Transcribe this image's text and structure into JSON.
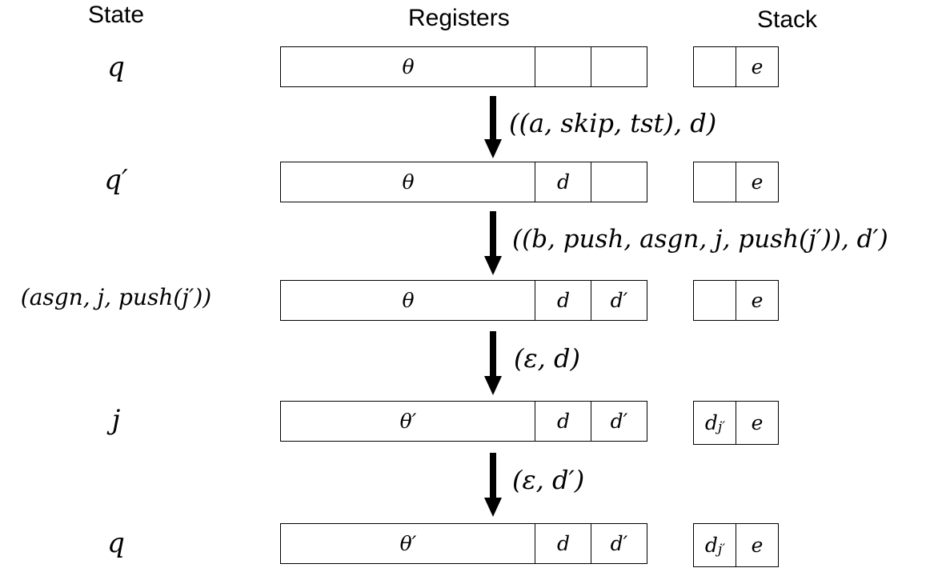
{
  "headers": {
    "state": "State",
    "registers": "Registers",
    "stack": "Stack"
  },
  "rows": [
    {
      "state": "q",
      "reg_main": "θ",
      "reg_d": "",
      "reg_d2": "",
      "stack_top": "",
      "stack_bottom": "e"
    },
    {
      "state": "q′",
      "reg_main": "θ",
      "reg_d": "d",
      "reg_d2": "",
      "stack_top": "",
      "stack_bottom": "e"
    },
    {
      "state": "(asgn, j, push(j′))",
      "reg_main": "θ",
      "reg_d": "d",
      "reg_d2": "d′",
      "stack_top": "",
      "stack_bottom": "e"
    },
    {
      "state": "j",
      "reg_main": "θ′",
      "reg_d": "d",
      "reg_d2": "d′",
      "stack_top_base": "d",
      "stack_top_sub": "j′",
      "stack_bottom": "e"
    },
    {
      "state": "q",
      "reg_main": "θ′",
      "reg_d": "d",
      "reg_d2": "d′",
      "stack_top_base": "d",
      "stack_top_sub": "j′",
      "stack_bottom": "e"
    }
  ],
  "transitions": [
    "((a, skip, tst), d)",
    "((b, push, asgn, j, push(j′)), d′)",
    "(ε, d)",
    "(ε, d′)"
  ]
}
